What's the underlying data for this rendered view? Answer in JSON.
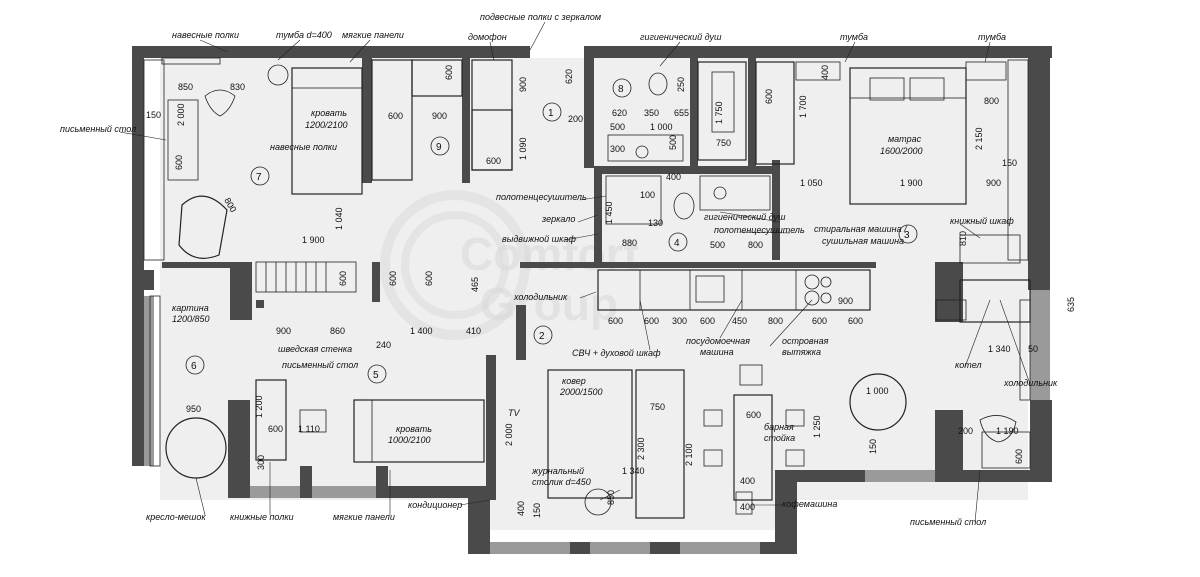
{
  "watermark": {
    "line1": "Comfort",
    "line2": "Group"
  },
  "rooms": [
    "1",
    "2",
    "3",
    "4",
    "5",
    "6",
    "7",
    "8",
    "9"
  ],
  "labels": {
    "hanging_shelves_top": "навесные полки",
    "nightstand_400": "тумба d=400",
    "soft_panels_top": "мягкие панели",
    "intercom": "домофон",
    "shelves_mirror": "подвесные полки с зеркалом",
    "hygienic_shower_top": "гигиенический душ",
    "nightstand_a": "тумба",
    "nightstand_b": "тумба",
    "desk_left": "письменный стол",
    "bed_1200": "кровать\n1200/2100",
    "hanging_shelves_mid": "навесные полки",
    "mattress": "матрас\n1600/2000",
    "towel_dryer_left": "полотенцесушитель",
    "mirror": "зеркало",
    "pullout_cabinet": "выдвижной шкаф",
    "hygienic_shower_mid": "гигиенический душ",
    "towel_dryer_mid": "полотенцесушитель",
    "washer": "стиральная машина /\nсушильная машина",
    "bookcase_right": "книжный шкаф",
    "fridge_left": "холодильник",
    "painting": "картина\n1200/850",
    "swedish_wall": "шведская стенка",
    "desk_room5": "письменный стол",
    "microwave": "СВЧ + духовой шкаф",
    "dishwasher": "посудомоечная\nмашина",
    "hood": "островная\nвытяжка",
    "boiler": "котел",
    "fridge_right": "холодильник",
    "bed_1000": "кровать\n1000/2100",
    "carpet": "ковер\n2000/1500",
    "tv": "TV",
    "bar": "барная\nстойка",
    "coffee_table": "журнальный\nстолик d=450",
    "bean_bag": "кресло-мешок",
    "book_shelves": "книжные полки",
    "soft_panels_bottom": "мягкие панели",
    "air_conditioner": "кондиционер",
    "coffee_machine": "кофемашина",
    "desk_right": "письменный стол"
  },
  "dimensions": {
    "d830": "830",
    "d850": "850",
    "d150a": "150",
    "d2000a": "2 000",
    "d600a": "600",
    "d800a": "800",
    "d1900a": "1 900",
    "d1040": "1 040",
    "d600b": "600",
    "d900a": "900",
    "d600c": "600",
    "d600d": "600",
    "d900b": "900",
    "d1090": "1 090",
    "d620a": "620",
    "d200a": "200",
    "d250a": "250",
    "d620b": "620",
    "d350": "350",
    "d655": "655",
    "d1750": "1 750",
    "d750a": "750",
    "d500a": "500",
    "d1000a": "1 000",
    "d500b": "500",
    "d300a": "300",
    "d100": "100",
    "d1450": "1 450",
    "d130": "130",
    "d880": "880",
    "d400a": "400",
    "d400b": "400",
    "d800b": "800",
    "d2150": "2 150",
    "d150b": "150",
    "d1050": "1 050",
    "d1900b": "1 900",
    "d900c": "900",
    "d810": "810",
    "d600e": "600",
    "d1700": "1 700",
    "d500c": "500",
    "d800c": "800",
    "d465": "465",
    "d600f": "600",
    "d900d": "900",
    "d600g": "600",
    "d600h": "600",
    "d300b": "300",
    "d600i": "600",
    "d450": "450",
    "d800d": "800",
    "d600j": "600",
    "d600k": "600",
    "d635": "635",
    "d900e": "900",
    "d860": "860",
    "d1400": "1 400",
    "d410": "410",
    "d240": "240",
    "d1340a": "1 340",
    "d50": "50",
    "d950": "950",
    "d1200": "1 200",
    "d600l": "600",
    "d1110": "1 110",
    "d300c": "300",
    "d2000b": "2 000",
    "d750b": "750",
    "d2300": "2 300",
    "d2100": "2 100",
    "d1340b": "1 340",
    "d850b": "850",
    "d400c": "400",
    "d150c": "150",
    "d600m": "600",
    "d1250": "1 250",
    "d150d": "150",
    "d1000b": "1 000",
    "d1190": "1 190",
    "d200b": "200",
    "d600n": "600",
    "d400d": "400",
    "d600o": "600",
    "d400e": "400"
  }
}
